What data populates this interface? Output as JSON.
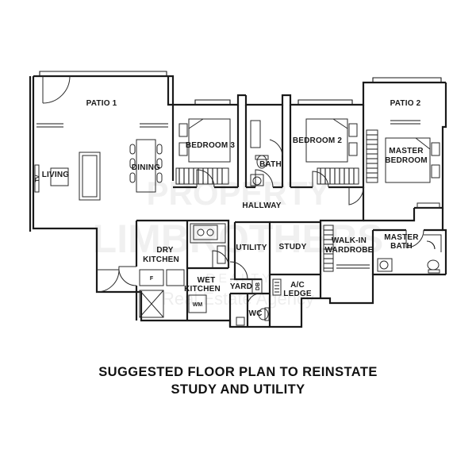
{
  "rooms": {
    "patio_1": "PATIO 1",
    "patio_2": "PATIO 2",
    "bedroom_3": "BEDROOM 3",
    "bedroom_2": "BEDROOM 2",
    "master_bedroom_line1": "MASTER",
    "master_bedroom_line2": "BEDROOM",
    "bath": "BATH",
    "living": "LIVING",
    "dining": "DINING",
    "hallway": "HALLWAY",
    "dry_kitchen_line1": "DRY",
    "dry_kitchen_line2": "KITCHEN",
    "utility": "UTILITY",
    "study": "STUDY",
    "walk_in_wardrobe_line1": "WALK-IN",
    "walk_in_wardrobe_line2": "WARDROBE",
    "master_bath_line1": "MASTER",
    "master_bath_line2": "BATH",
    "wet_kitchen_line1": "WET",
    "wet_kitchen_line2": "KITCHEN",
    "yard": "YARD",
    "ac_ledge_line1": "A/C",
    "ac_ledge_line2": "LEDGE",
    "wc": "WC"
  },
  "fixtures": {
    "tv": "TV",
    "fridge": "F",
    "washing_machine": "WM",
    "distribution_board": "DB"
  },
  "watermark": {
    "line1": "PROPERTY",
    "line2": "LIMBROTHERS",
    "line3": "R E A L T Y",
    "line4": "Real Estate Agency"
  },
  "caption": {
    "line1": "SUGGESTED FLOOR PLAN TO REINSTATE",
    "line2": "STUDY AND UTILITY"
  }
}
